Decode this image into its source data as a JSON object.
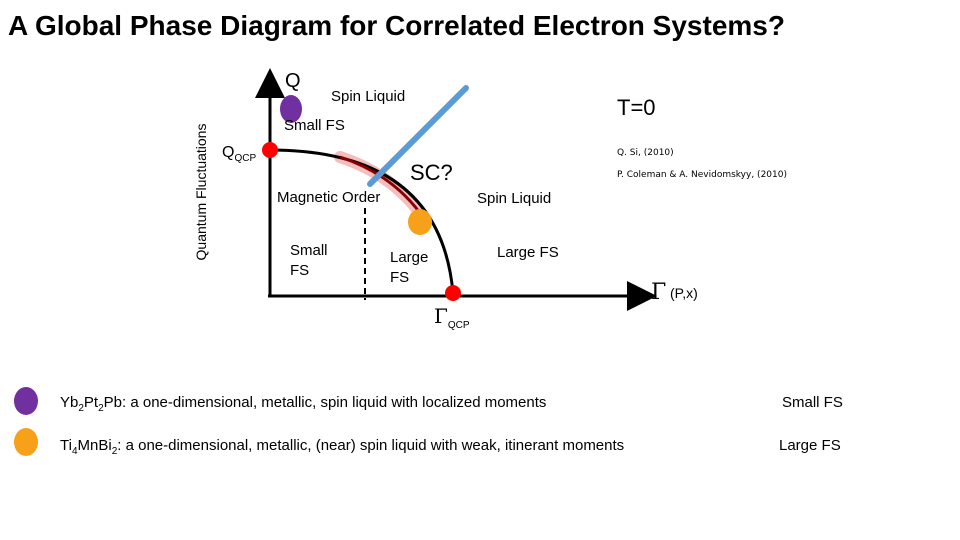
{
  "title": "A Global Phase Diagram for Correlated Electron Systems?",
  "axes": {
    "y_label": "Quantum Fluctuations",
    "y_axis_symbol": "Q",
    "x_axis_symbol": "Γ",
    "x_axis_params": "(P,x)"
  },
  "regions": {
    "spin_liquid_top": "Spin Liquid",
    "small_fs_top": "Small FS",
    "t_zero": "T=0",
    "sc": "SC?",
    "magnetic_order": "Magnetic Order",
    "spin_liquid_right": "Spin Liquid",
    "small_fs_lower": [
      "Small",
      "FS"
    ],
    "large_fs_lower": [
      "Large",
      "FS"
    ],
    "large_fs_right": "Large FS"
  },
  "critical_points": {
    "q_qcp": {
      "base": "Q",
      "sub": "QCP"
    },
    "gamma_qcp": {
      "base": "Γ",
      "sub": "QCP"
    }
  },
  "references": [
    "Q. Si, (2010)",
    "P. Coleman & A. Nevidomskyy, (2010)"
  ],
  "legend": [
    {
      "color": "#7030a0",
      "formula": [
        [
          "Yb",
          ""
        ],
        [
          "2",
          "sub"
        ],
        [
          "Pt",
          ""
        ],
        [
          "2",
          "sub"
        ],
        [
          "Pb",
          ""
        ]
      ],
      "description": ":  a one-dimensional, metallic,  spin liquid with localized moments",
      "fs": "Small FS"
    },
    {
      "color": "#f7a11a",
      "formula": [
        [
          "Ti",
          ""
        ],
        [
          "4",
          "sub"
        ],
        [
          "Mn",
          ""
        ],
        [
          "Bi",
          ""
        ],
        [
          "2",
          "sub"
        ]
      ],
      "description": ":  a one-dimensional, metallic, (near) spin liquid with weak, itinerant moments",
      "fs": "Large FS"
    }
  ],
  "colors": {
    "axis": "#000000",
    "boundary": "#000000",
    "line_sl": "#5b9bd5",
    "qcp_dot": "#ff0000",
    "highlight": "#f4b6b6",
    "highlight_core": "#8b0000",
    "purple": "#7030a0",
    "orange": "#f7a11a"
  }
}
